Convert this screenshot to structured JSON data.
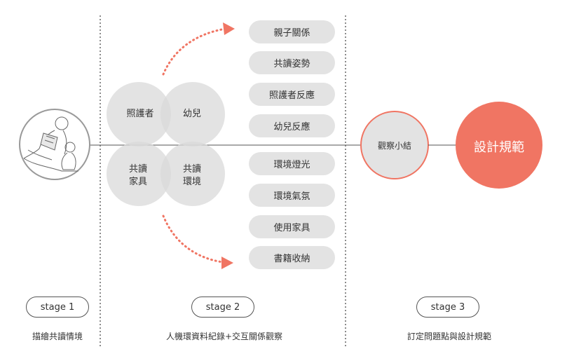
{
  "stage1": {
    "button_label": "stage 1",
    "caption": "描繪共讀情境"
  },
  "stage2": {
    "button_label": "stage 2",
    "caption": "人機環資料紀錄+交互關係觀察",
    "venn": {
      "top_left": "照護者",
      "top_right": "幼兒",
      "bottom_left_line1": "共讀",
      "bottom_left_line2": "家具",
      "bottom_right_line1": "共讀",
      "bottom_right_line2": "環境"
    },
    "items": [
      "親子關係",
      "共讀姿勢",
      "照護者反應",
      "幼兒反應",
      "環境燈光",
      "環境氣氛",
      "使用家具",
      "書籍收納"
    ]
  },
  "stage3": {
    "button_label": "stage 3",
    "caption": "訂定問題點與設計規範",
    "summary": "觀察小結",
    "result": "設計規範"
  },
  "colors": {
    "accent": "#f07563",
    "circle_gray": "#e3e3e3",
    "line": "#555555"
  }
}
